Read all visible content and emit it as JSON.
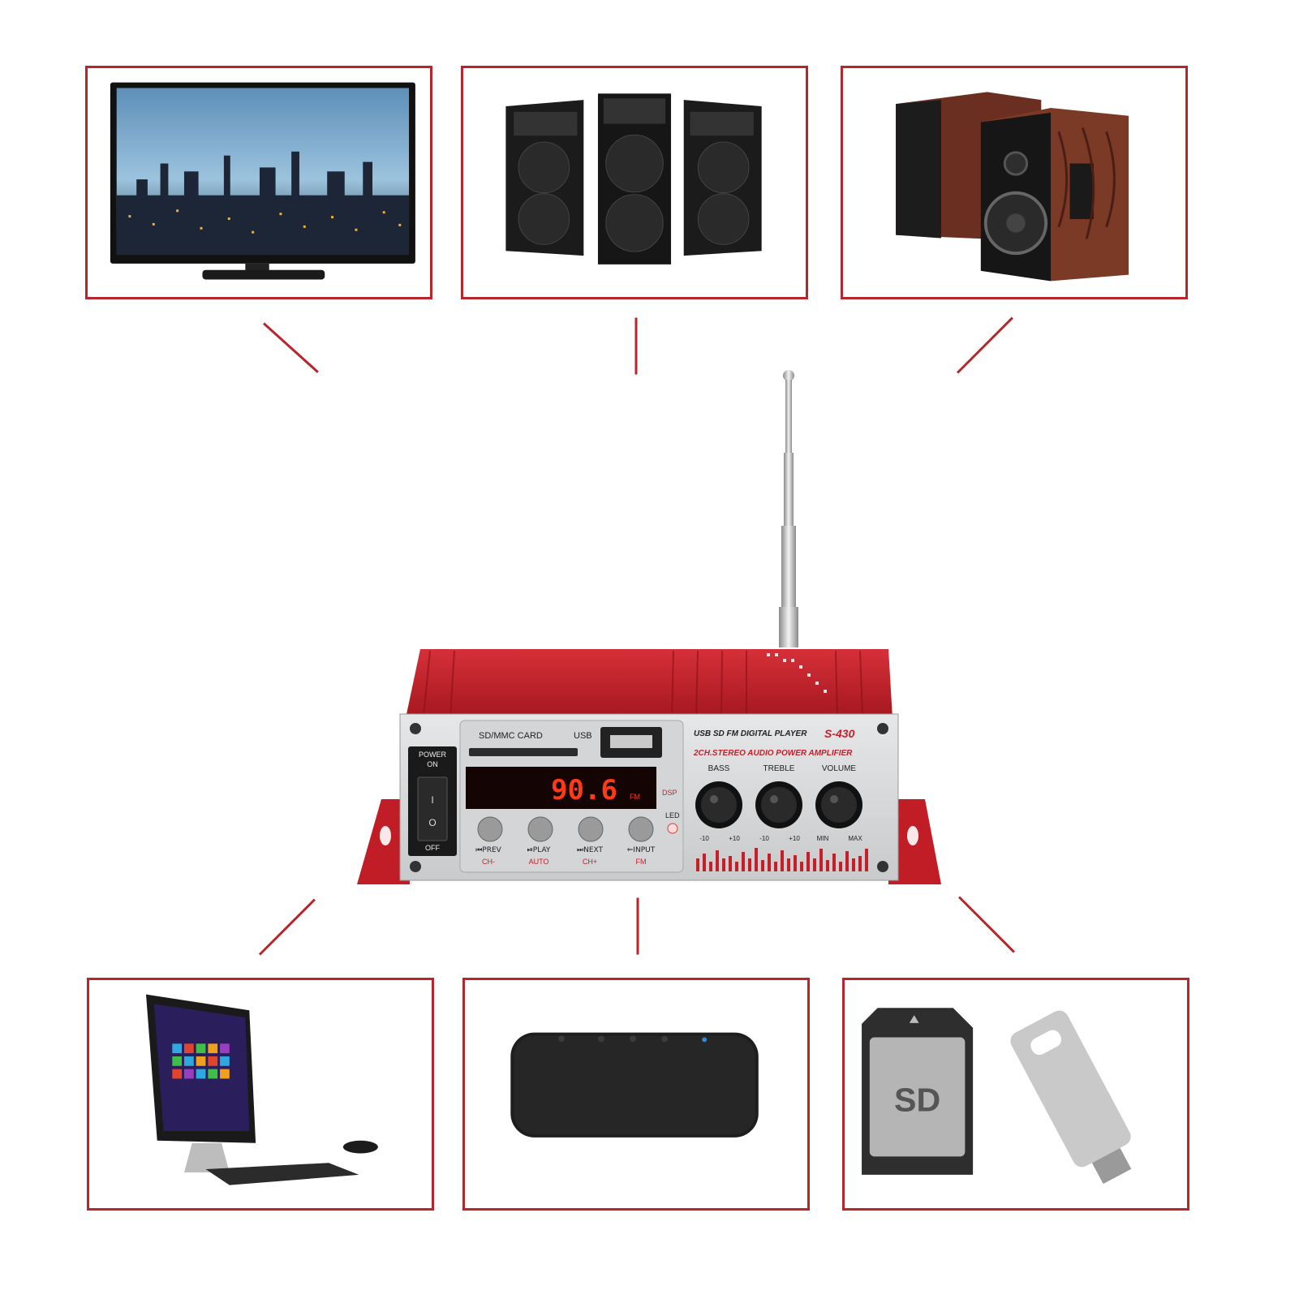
{
  "colors": {
    "frame": "#b8262b",
    "amp_red": "#c4202b",
    "panel": "#d9dbdc",
    "led": "#ff3a1a"
  },
  "devices_top": [
    {
      "name": "tv",
      "icon": "tv-icon"
    },
    {
      "name": "pa-speakers",
      "icon": "pa-speakers-icon"
    },
    {
      "name": "bookshelf-speakers",
      "icon": "bookshelf-speakers-icon"
    }
  ],
  "devices_bottom": [
    {
      "name": "computer",
      "icon": "computer-icon"
    },
    {
      "name": "bluetooth-speaker",
      "icon": "bluetooth-speaker-icon"
    },
    {
      "name": "sd-usb",
      "icon": "sd-usb-icon"
    }
  ],
  "sd_card": {
    "label": "SD"
  },
  "amplifier": {
    "card_label": "SD/MMC CARD",
    "usb_label": "USB",
    "header_left": "USB SD FM DIGITAL PLAYER",
    "model": "S-430",
    "subtitle": "2CH.STEREO AUDIO POWER AMPLIFIER",
    "power_top": "POWER",
    "power_on": "ON",
    "power_off": "OFF",
    "switch_on_mark": "I",
    "switch_off_mark": "O",
    "display": "90.6",
    "display_band": "FM",
    "dsp": "DSP",
    "led": "LED",
    "knobs": [
      {
        "label": "BASS",
        "min": "-10",
        "max": "+10"
      },
      {
        "label": "TREBLE",
        "min": "-10",
        "max": "+10"
      },
      {
        "label": "VOLUME",
        "min": "MIN",
        "max": "MAX"
      }
    ],
    "buttons": [
      {
        "label": "⏮PREV",
        "sub": "CH-"
      },
      {
        "label": "⏯PLAY",
        "sub": "AUTO"
      },
      {
        "label": "⏭NEXT",
        "sub": "CH+"
      },
      {
        "label": "⇐INPUT",
        "sub": "FM"
      }
    ]
  }
}
